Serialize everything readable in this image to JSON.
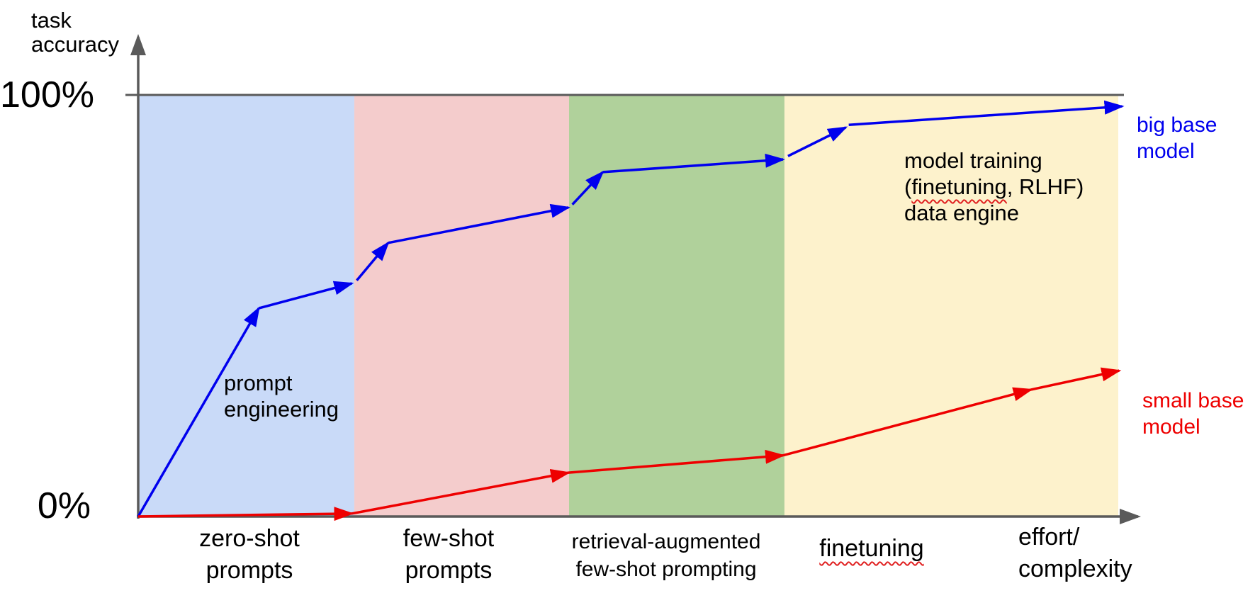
{
  "figure": {
    "y_axis_title": "task\naccuracy",
    "y_tick_top": "100%",
    "y_tick_bottom": "0%",
    "x_axis_title": "effort/\ncomplexity",
    "band_labels": {
      "zero_shot": "zero-shot\nprompts",
      "few_shot": "few-shot\nprompts",
      "retrieval": "retrieval-augmented\nfew-shot prompting",
      "finetuning": "finetuning"
    },
    "annotations": {
      "prompt_engineering": "prompt\nengineering",
      "model_training": {
        "line1": "model training",
        "line2_open": "(",
        "line2_wavy": "finetuning",
        "line2_rest": ", RLHF)",
        "line3": "data engine"
      }
    },
    "series_labels": {
      "big": "big base\nmodel",
      "small": "small base\nmodel"
    }
  },
  "chart_data": {
    "type": "line",
    "title": "",
    "ylabel": "task accuracy",
    "xlabel": "effort/complexity",
    "ylim": [
      0,
      100
    ],
    "y_ticks": [
      {
        "value": 0,
        "label": "0%"
      },
      {
        "value": 100,
        "label": "100%"
      }
    ],
    "reference_line": {
      "y": 100
    },
    "grid": false,
    "axis_color": "#5a5a5a",
    "x_bands": [
      {
        "label": "zero-shot prompts",
        "color": "#c9daf8",
        "from": 0,
        "to": 22.05
      },
      {
        "label": "few-shot prompts",
        "color": "#f4cccc",
        "from": 22.05,
        "to": 43.96
      },
      {
        "label": "retrieval-augmented few-shot prompting",
        "color": "#b0d19b",
        "from": 43.96,
        "to": 65.94
      },
      {
        "label": "finetuning",
        "color": "#fdf2cc",
        "from": 65.94,
        "to": 100
      }
    ],
    "series": [
      {
        "id": "big",
        "name": "big base model",
        "color": "#0000ee",
        "style": "arrow-segments",
        "segments": [
          [
            [
              0,
              0
            ],
            [
              12.3,
              49.4
            ]
          ],
          [
            [
              12.3,
              49.4
            ],
            [
              21.8,
              55.3
            ]
          ],
          [
            [
              22.3,
              56.0
            ],
            [
              25.5,
              64.9
            ]
          ],
          [
            [
              25.5,
              64.9
            ],
            [
              43.9,
              73.3
            ]
          ],
          [
            [
              44.3,
              74.0
            ],
            [
              47.4,
              81.7
            ]
          ],
          [
            [
              47.4,
              81.7
            ],
            [
              65.8,
              84.7
            ]
          ],
          [
            [
              66.3,
              85.5
            ],
            [
              72.2,
              92.3
            ]
          ],
          [
            [
              72.5,
              92.9
            ],
            [
              100.4,
              97.3
            ]
          ]
        ]
      },
      {
        "id": "small",
        "name": "small base model",
        "color": "#ee0000",
        "style": "arrow-segments",
        "segments": [
          [
            [
              0,
              0
            ],
            [
              21.8,
              0.7
            ]
          ],
          [
            [
              21.8,
              0.7
            ],
            [
              43.9,
              10.4
            ]
          ],
          [
            [
              43.9,
              10.4
            ],
            [
              65.8,
              14.5
            ]
          ],
          [
            [
              65.8,
              14.5
            ],
            [
              91.1,
              30.1
            ]
          ],
          [
            [
              91.1,
              30.1
            ],
            [
              100.1,
              34.6
            ]
          ]
        ]
      }
    ],
    "annotations": [
      {
        "text": "prompt engineering",
        "band": "zero-shot prompts"
      },
      {
        "text": "model training (finetuning, RLHF) data engine",
        "band": "finetuning"
      }
    ],
    "legend_position": "right-of-line-ends"
  }
}
